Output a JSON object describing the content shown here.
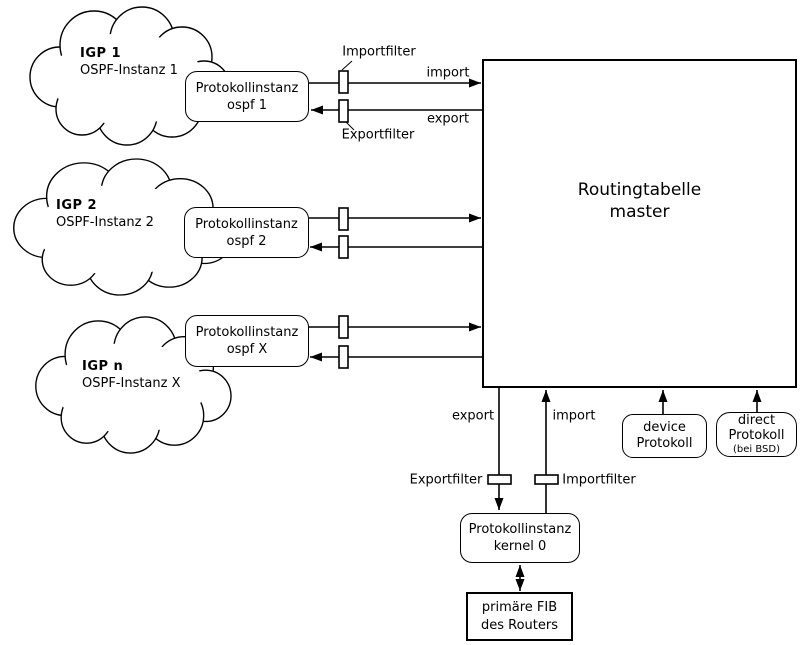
{
  "diagram": {
    "rows": [
      {
        "igp_title": "IGP 1",
        "igp_subtitle": "OSPF-Instanz 1",
        "box_line1": "Protokollinstanz",
        "box_line2": "ospf 1"
      },
      {
        "igp_title": "IGP 2",
        "igp_subtitle": "OSPF-Instanz 2",
        "box_line1": "Protokollinstanz",
        "box_line2": "ospf 2"
      },
      {
        "igp_title": "IGP n",
        "igp_subtitle": "OSPF-Instanz X",
        "box_line1": "Protokollinstanz",
        "box_line2": "ospf X"
      }
    ],
    "master": {
      "line1": "Routingtabelle",
      "line2": "master"
    },
    "top_labels": {
      "importfilter": "Importfilter",
      "exportfilter": "Exportfilter",
      "import": "import",
      "export": "export"
    },
    "bottom_labels": {
      "export": "export",
      "import": "import",
      "exportfilter": "Exportfilter",
      "importfilter": "Importfilter"
    },
    "device": {
      "line1": "device",
      "line2": "Protokoll"
    },
    "direct": {
      "line1": "direct",
      "line2": "Protokoll",
      "line3": "(bei BSD)"
    },
    "kernel": {
      "line1": "Protokollinstanz",
      "line2": "kernel 0"
    },
    "fib": {
      "line1": "primäre FIB",
      "line2": "des Routers"
    },
    "colors": {
      "stroke": "#000000",
      "background": "#ffffff"
    }
  }
}
